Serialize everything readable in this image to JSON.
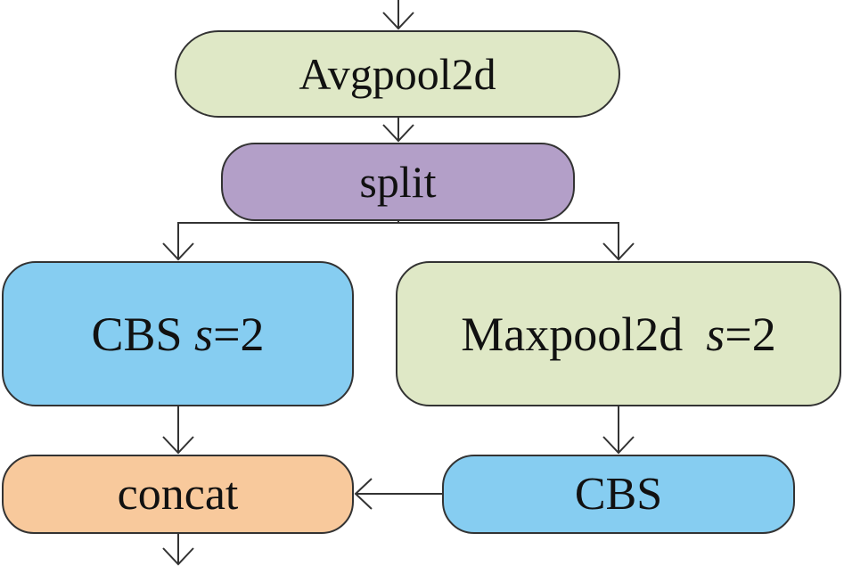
{
  "colors": {
    "pool": "#dfe8c6",
    "split": "#b39fc8",
    "cbs": "#86cdf1",
    "concat": "#f8c99c",
    "stroke": "#333333"
  },
  "nodes": {
    "avgpool": {
      "label": "Avgpool2d"
    },
    "split": {
      "label": "split"
    },
    "cbs_s2": {
      "label": "CBS",
      "param": "s",
      "value": "=2"
    },
    "maxpool": {
      "label": "Maxpool2d",
      "param": "s",
      "value": "=2"
    },
    "concat": {
      "label": "concat"
    },
    "cbs": {
      "label": "CBS"
    }
  }
}
